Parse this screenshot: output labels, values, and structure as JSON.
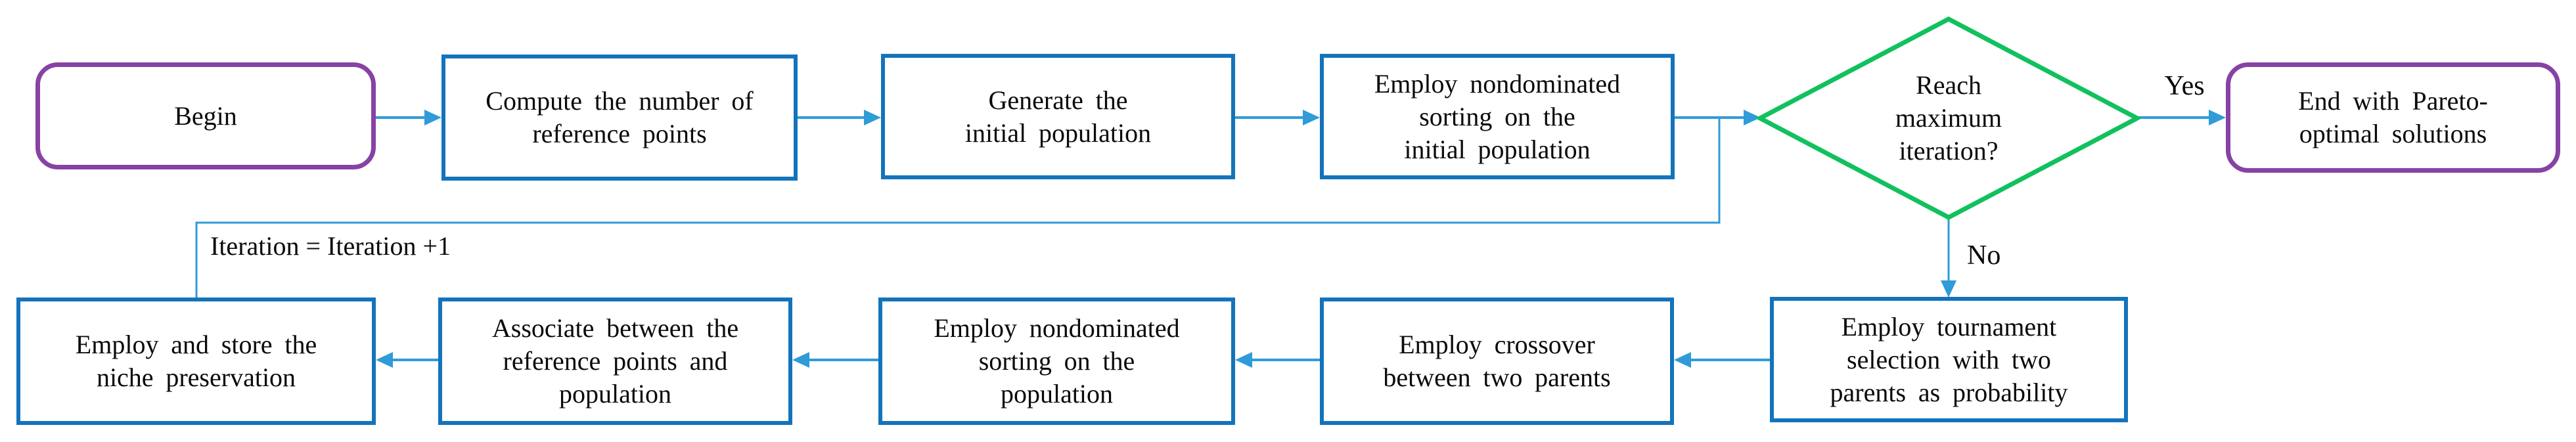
{
  "figure": {
    "type": "flowchart"
  },
  "colors": {
    "process-border": "#1473BB",
    "terminal-border": "#8742A5",
    "decision-border": "#10C15E",
    "connector": "#2F9BD8",
    "text": "#0A0A0A",
    "background": "#FFFFFF"
  },
  "nodes": {
    "begin": {
      "label": "Begin"
    },
    "compute_reference_points": {
      "label": "Compute the number of\nreference points"
    },
    "generate_initial_population": {
      "label": "Generate the\ninitial population"
    },
    "sort_initial_population": {
      "label": "Employ nondominated\nsorting on the\ninitial population"
    },
    "reach_max_iteration": {
      "label": "Reach\nmaximum\niteration?"
    },
    "end": {
      "label": "End with Pareto-\noptimal solutions"
    },
    "tournament_selection": {
      "label": "Employ tournament\nselection  with two\nparents as probability"
    },
    "crossover": {
      "label": "Employ crossover\nbetween two parents"
    },
    "sort_population": {
      "label": "Employ nondominated\nsorting on the\npopulation"
    },
    "associate_reference_points": {
      "label": "Associate between the\nreference points and\npopulation"
    },
    "niche_preservation": {
      "label": "Employ and store the\nniche preservation"
    }
  },
  "edge_labels": {
    "yes": "Yes",
    "no": "No",
    "iteration_increment": "Iteration = Iteration +1"
  }
}
